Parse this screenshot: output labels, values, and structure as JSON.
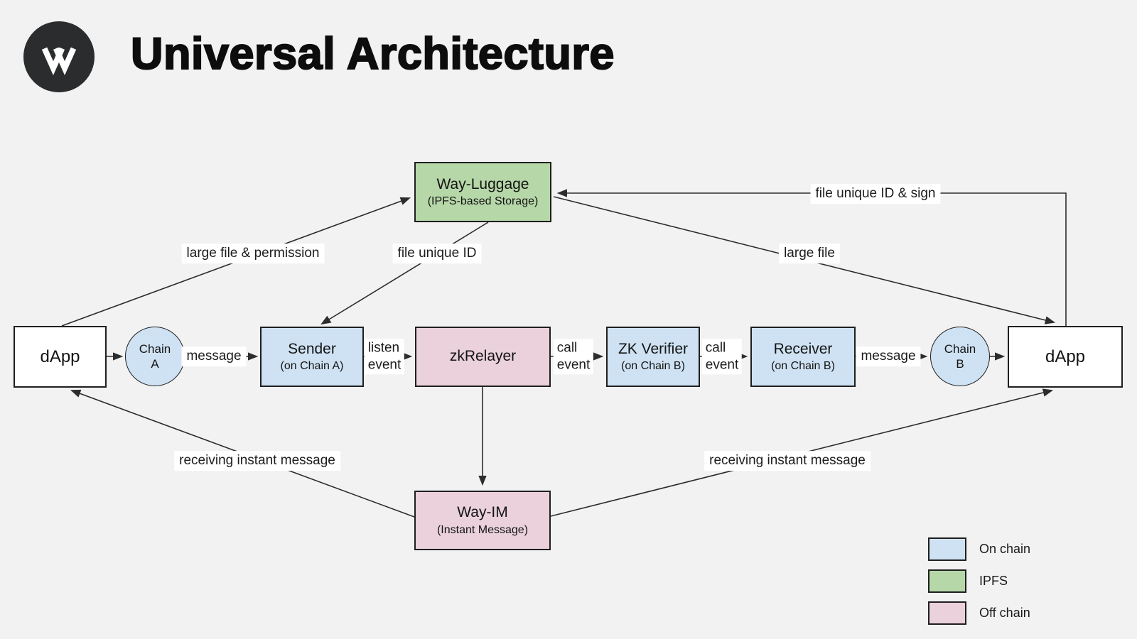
{
  "header": {
    "title": "Universal Architecture",
    "logo_letter": "W"
  },
  "colors": {
    "background": "#f2f2f2",
    "on_chain": "#cfe2f3",
    "ipfs": "#b6d7a8",
    "off_chain": "#ead1dc",
    "node_white": "#ffffff",
    "border": "#1f1f1f",
    "arrow": "#2d2d2d",
    "logo_bg": "#2a2c2d"
  },
  "nodes": {
    "way_luggage": {
      "title": "Way-Luggage",
      "subtitle": "(IPFS-based Storage)"
    },
    "dapp_left": {
      "title": "dApp"
    },
    "chain_a": {
      "title": "Chain\nA"
    },
    "sender": {
      "title": "Sender",
      "subtitle": "(on Chain A)"
    },
    "zk_relayer": {
      "title": "zkRelayer"
    },
    "zk_verifier": {
      "title": "ZK Verifier",
      "subtitle": "(on Chain B)"
    },
    "receiver": {
      "title": "Receiver",
      "subtitle": "(on Chain B)"
    },
    "chain_b": {
      "title": "Chain\nB"
    },
    "dapp_right": {
      "title": "dApp"
    },
    "way_im": {
      "title": "Way-IM",
      "subtitle": "(Instant Message)"
    }
  },
  "edges": [
    {
      "from": "dapp_left",
      "to": "chain_a",
      "label": ""
    },
    {
      "from": "chain_a",
      "to": "sender",
      "label": "message"
    },
    {
      "from": "sender",
      "to": "zk_relayer",
      "label": "listen\nevent"
    },
    {
      "from": "zk_relayer",
      "to": "zk_verifier",
      "label": "call\nevent"
    },
    {
      "from": "zk_verifier",
      "to": "receiver",
      "label": "call\nevent"
    },
    {
      "from": "receiver",
      "to": "chain_b",
      "label": "message"
    },
    {
      "from": "chain_b",
      "to": "dapp_right",
      "label": ""
    },
    {
      "from": "dapp_left",
      "to": "way_luggage",
      "label": "large file & permission"
    },
    {
      "from": "way_luggage",
      "to": "sender",
      "label": "file unique ID"
    },
    {
      "from": "dapp_right",
      "to": "way_luggage",
      "label": "file unique ID & sign"
    },
    {
      "from": "way_luggage",
      "to": "dapp_right",
      "label": "large file"
    },
    {
      "from": "zk_relayer",
      "to": "way_im",
      "label": ""
    },
    {
      "from": "way_im",
      "to": "dapp_left",
      "label": "receiving instant message"
    },
    {
      "from": "way_im",
      "to": "dapp_right",
      "label": "receiving instant message"
    }
  ],
  "legend": {
    "items": [
      {
        "label": "On chain",
        "color": "#cfe2f3"
      },
      {
        "label": "IPFS",
        "color": "#b6d7a8"
      },
      {
        "label": "Off chain",
        "color": "#ead1dc"
      }
    ]
  }
}
